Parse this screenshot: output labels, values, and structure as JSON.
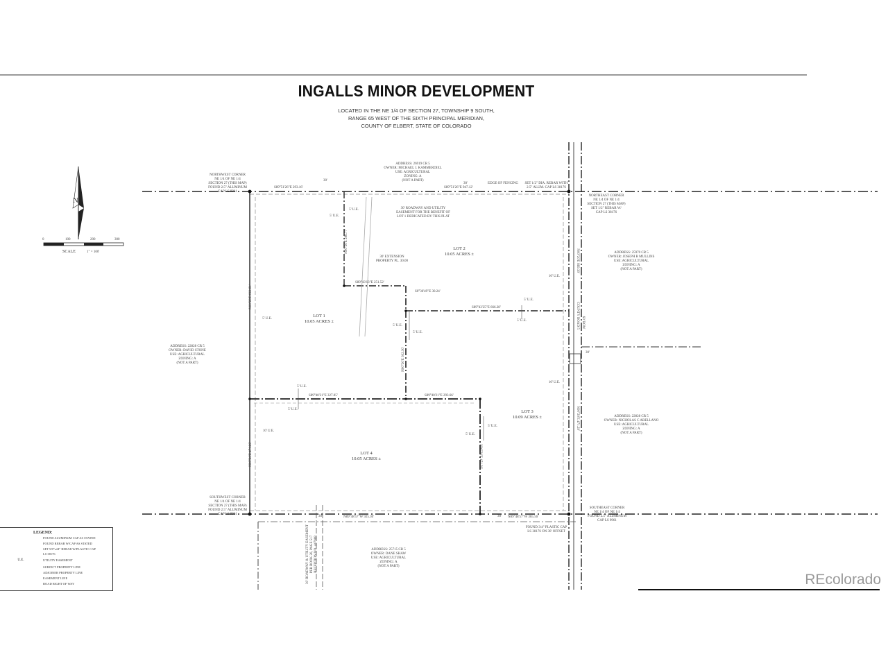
{
  "header": {
    "title": "INGALLS MINOR DEVELOPMENT",
    "location_lines": [
      "LOCATED IN THE NE 1/4 OF SECTION 27, TOWNSHIP 9 SOUTH,",
      "RANGE 65 WEST OF THE SIXTH PRINCIPAL MERIDIAN,",
      "COUNTY OF ELBERT, STATE OF COLORADO"
    ]
  },
  "lots": [
    {
      "name": "LOT 1",
      "area": "10.05 ACRES ±"
    },
    {
      "name": "LOT 2",
      "area": "10.05 ACRES ±"
    },
    {
      "name": "LOT 3",
      "area": "10.09 ACRES ±"
    },
    {
      "name": "LOT 4",
      "area": "10.05 ACRES ±"
    }
  ],
  "neighbors": {
    "north": [
      "ADDRESS: 26919 CR 5",
      "OWNER: MICHAEL J. KAMMERDIEL",
      "USE: AGRICULTURAL",
      "ZONING: A",
      "(NOT A PART)"
    ],
    "west": [
      "ADDRESS: 22828 CR 5",
      "OWNER: DAVID STONE",
      "USE: AGRICULTURAL",
      "ZONING: A",
      "(NOT A PART)"
    ],
    "east_upper": [
      "ADDRESS: 25970 CR 5",
      "OWNER: JOSEPH R MULLINS",
      "USE: AGRICULTURAL",
      "ZONING: A",
      "(NOT A PART)"
    ],
    "east_lower": [
      "ADDRESS: 22828 CR 5",
      "OWNER: NICHOLAS C ARELLANO",
      "USE: AGRICULTURAL",
      "ZONING: A",
      "(NOT A PART)"
    ],
    "south": [
      "ADDRESS: 25715 CR 5",
      "OWNER: DANE SHAW",
      "USE: AGRICULTURAL",
      "ZONING: A",
      "(NOT A PART)"
    ]
  },
  "bearings": {
    "north_line_west": "S89°51'26\"E   293.16'",
    "north_line_east": "S89°51'26\"E   947.12'",
    "lot1_inner": "S89°43'13\"E   251.52'",
    "lot2_south": "S89°43'25\"E   666.28'",
    "lot4_north_west": "S89°40'21\"E   327.05'",
    "lot4_north_east": "S89°40'21\"E   293.66'",
    "south_line_west": "N89°48'57\"W   925.30'",
    "south_line_east": "N89°48'57\"W   365.56'",
    "west_upper": "N00°20'E   861.81'",
    "west_lower": "N00°20'E   471.26'",
    "inner_upper": "N00°20'E   286.77'",
    "inner_mid": "N00°20'E   302.30'",
    "east_side": "N00°20'E   669.39'",
    "lot4_east": "N00°20'E   471.29'",
    "stub": "S0°36'49\"E   30.24'"
  },
  "annotations": {
    "easement_note": [
      "30' ROADWAY AND UTILITY",
      "EASEMENT FOR THE BENEFIT OF",
      "LOT 1 DEDICATED BY THIS PLAT"
    ],
    "flag_note": [
      "30' EXTENSION",
      "PROPERTY PL. 30.00"
    ],
    "nw_corner": [
      "NORTHWEST CORNER",
      "NE 1/4 OF NE 1/4",
      "SECTION 27 (THIS MAP)",
      "FOUND 2.5\" ALUMINUM",
      "CAP LS 9961"
    ],
    "ne_corner": [
      "NORTHEAST CORNER",
      "NE 1/4 OF NE 1/4",
      "SECTION 27 (THIS MAP)",
      "SET 1/2\" REBAR W/",
      "CAP LS 38176"
    ],
    "sw_corner": [
      "SOUTHWEST CORNER",
      "NE 1/4 OF NE 1/4",
      "SECTION 27 (THIS MAP)",
      "FOUND 2.5\" ALUMINUM",
      "CAP LS 9961"
    ],
    "se_corner": [
      "SOUTHEAST CORNER",
      "NE 1/4 OF NE 1/4",
      "FOUND 2.5\" ALUMINUM",
      "CAP LS 9961"
    ],
    "north_fence": "EDGE OF FENCING",
    "ne_found": [
      "SET 1/2\" DIA. REBAR WITH",
      "2.5\" ALUM. CAP LS 38176"
    ],
    "se_found": [
      "FOUND 3/4\" PLASTIC CAP",
      "LS 38176 ON 30' OFFSET"
    ],
    "south_easement": [
      "30' ROADWAY & UTILITY EASEMENT",
      "PER BOOK 26, PAGE 517",
      "RECEPTION NO. 447968"
    ],
    "county_road": "COUNTY ROAD 5",
    "row": "60' ROW",
    "ue": "5' U.E.",
    "ue10": "10' U.E.",
    "thirty": "30'"
  },
  "scale": {
    "ticks": [
      "0",
      "100",
      "200",
      "300"
    ],
    "label": "SCALE",
    "ratio": "1\" = 100'"
  },
  "north_arrow": "N",
  "legend": {
    "title": "LEGEND:",
    "items": [
      "FOUND ALUMINUM CAP AS STATED",
      "FOUND REBAR W/CAP AS STATED",
      "SET 5/8\"x24\" REBAR W/PLASTIC CAP",
      "LS 38176",
      "UTILITY EASEMENT",
      "SUBJECT PROPERTY LINE",
      "ADJOINER PROPERTY LINE",
      "EASEMENT LINE",
      "ROAD RIGHT OF WAY"
    ],
    "ue_abbrev": "U.E."
  },
  "watermark": "REcolorado"
}
